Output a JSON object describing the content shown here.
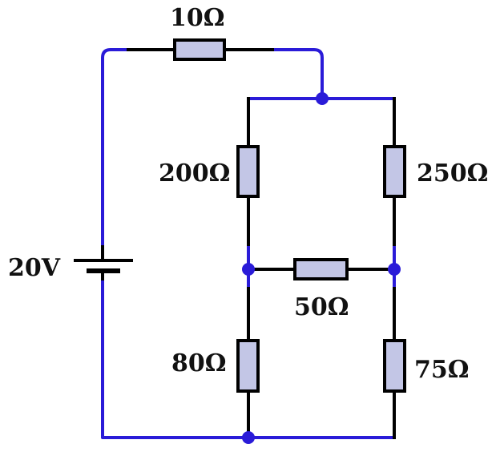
{
  "colors": {
    "wire_black": "#000000",
    "wire_blue": "#2a1bd8",
    "resistor_fill": "#c3c6e6",
    "resistor_stroke": "#000000",
    "node": "#2a1bd8"
  },
  "circuit": {
    "battery": {
      "label": "20V"
    },
    "resistors": {
      "r10": "10Ω",
      "r200": "200Ω",
      "r250": "250Ω",
      "r50": "50Ω",
      "r80": "80Ω",
      "r75": "75Ω"
    }
  }
}
